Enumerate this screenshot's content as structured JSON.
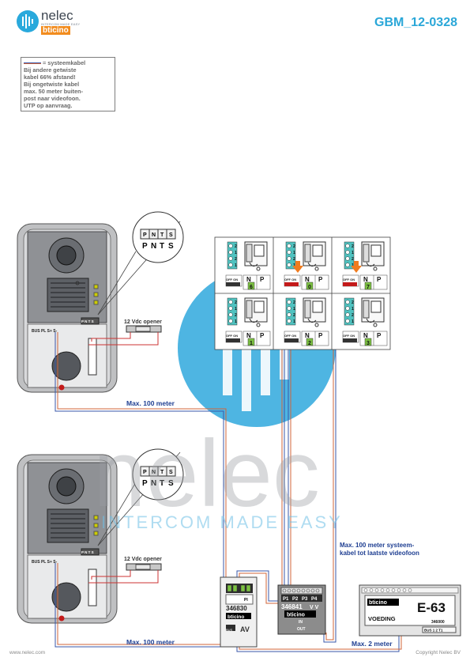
{
  "header": {
    "logo_word": "nelec",
    "logo_tagline": "INTERCOM MADE EASY",
    "logo_brand": "bticino",
    "doc_code": "GBM_12-0328"
  },
  "note": {
    "legend_label": "= systeemkabel",
    "lines": [
      "Bij andere getwiste",
      "kabel 66% afstand!",
      "Bij ongetwiste kabel",
      "max. 50 meter buiten-",
      "post naar videofoon.",
      "UTP op aanvraag."
    ]
  },
  "outdoor_panel": {
    "terminal_labels": [
      "P",
      "N",
      "T",
      "S"
    ],
    "bus_terminal_label": "BUS PL S+ S-",
    "pnts_small_label": "P N T S"
  },
  "opener_label": "12 Vdc opener",
  "distances": {
    "panel1": "Max. 100 meter",
    "panel2": "Max. 100 meter",
    "system_line1": "Max. 100 meter systeem-",
    "system_line2": "kabel tot laatste videofoon",
    "supply": "Max. 2 meter"
  },
  "videophones": {
    "switch_label": "OFF ON",
    "terminal_n": "N",
    "terminal_p": "P",
    "terminal_nums": [
      "2",
      "1",
      "2",
      "1"
    ],
    "units": [
      {
        "addr": "6",
        "highlight": false
      },
      {
        "addr": "0",
        "highlight": true
      },
      {
        "addr": "7",
        "highlight": true
      },
      {
        "addr": "1",
        "highlight": false
      },
      {
        "addr": "2",
        "highlight": false
      },
      {
        "addr": "3",
        "highlight": false
      }
    ]
  },
  "module_346830": {
    "pi_label": "PI",
    "code": "346830",
    "brand": "bticino",
    "sub_label": "AV",
    "bus_label": "BUS"
  },
  "module_346841": {
    "ports": [
      "P1",
      "P2",
      "P3",
      "P4"
    ],
    "code": "346841",
    "vv": "V V",
    "brand": "bticino",
    "in_label": "IN",
    "out_label": "OUT"
  },
  "supply": {
    "brand": "bticino",
    "model": "E-63",
    "voeding": "VOEDING",
    "code": "346000",
    "terminals": "BUS 1 2 T1"
  },
  "watermark": {
    "word": "nelec",
    "tagline": "INTERCOM MADE EASY"
  },
  "footer": {
    "left": "www.nelec.com",
    "right": "Copyright Nelec BV"
  }
}
